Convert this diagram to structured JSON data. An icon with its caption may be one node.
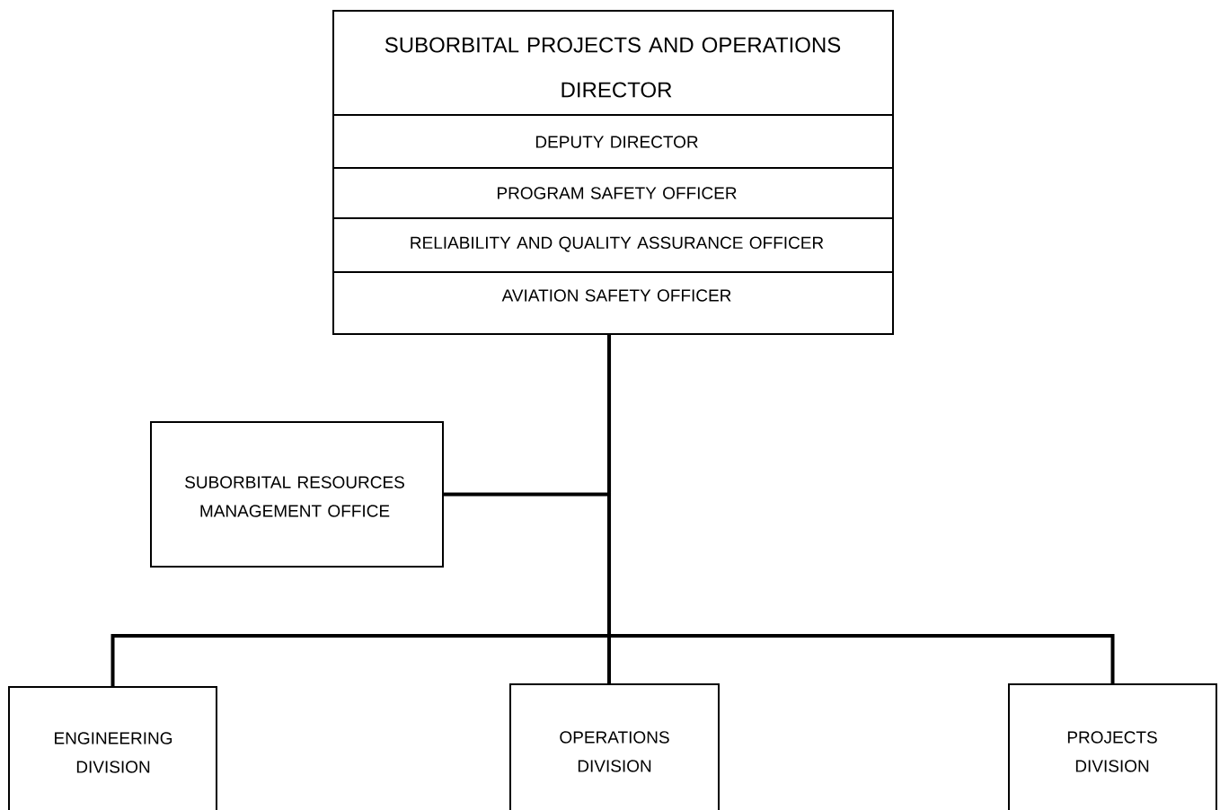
{
  "diagram": {
    "nodes": [
      {
        "text": [
          "SUBORBITAL PROJECTS AND OPERATIONS",
          "DIRECTOR"
        ]
      },
      {
        "text": [
          "DEPUTY DIRECTOR"
        ],
        "in": 0
      },
      {
        "text": [
          "PROGRAM SAFETY OFFICER"
        ],
        "in": 0
      },
      {
        "text": [
          "RELIABILITY AND QUALITY ASSURANCE OFFICER"
        ],
        "in": 0
      },
      {
        "text": [
          "AVIATION SAFETY OFFICER"
        ],
        "in": 0
      },
      {
        "text": [
          "SUBORBITAL RESOURCES MANAGEMENT OFFICE"
        ]
      },
      {
        "text": [
          "ENGINEERING DIVISION"
        ]
      },
      {
        "text": [
          "OPERATIONS DIVISION"
        ]
      },
      {
        "text": [
          "PROJECTS DIVISION"
        ]
      }
    ],
    "edges": [
      {
        "from": 0,
        "to": 5,
        "arrow": "none"
      },
      {
        "from": 0,
        "to": 6,
        "arrow": "none"
      },
      {
        "from": 0,
        "to": 7,
        "arrow": "none"
      },
      {
        "from": 0,
        "to": 8,
        "arrow": "none"
      }
    ]
  }
}
